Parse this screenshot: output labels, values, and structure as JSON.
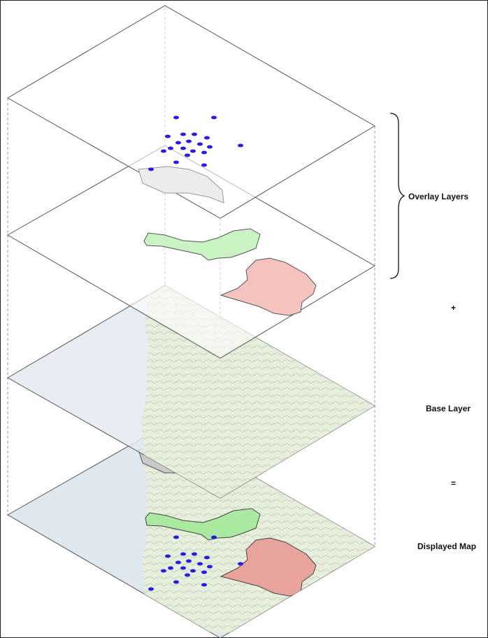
{
  "labels": {
    "overlay": "Overlay Layers",
    "plus": "+",
    "base": "Base Layer",
    "equals": "=",
    "displayed": "Displayed Map"
  },
  "colors": {
    "point": "#2b1be8",
    "grey_polygon": "#e9e9e9",
    "green_polygon": "#c9f3c3",
    "red_polygon": "#f5c3be",
    "sea": "#dde6ee",
    "land": "#e8efdf",
    "layer_border": "#555555"
  },
  "layers": [
    {
      "name": "point-layer",
      "content": "points"
    },
    {
      "name": "polygon-layer",
      "content": "polygons"
    },
    {
      "name": "base-terrain-layer",
      "content": "terrain"
    },
    {
      "name": "displayed-map-layer",
      "content": "composite"
    }
  ]
}
